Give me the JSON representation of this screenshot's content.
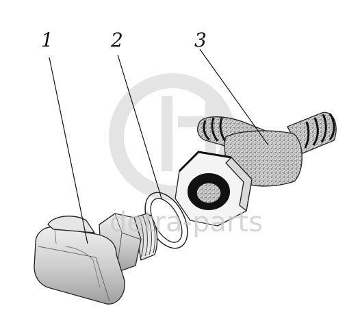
{
  "callouts": [
    {
      "id": "1",
      "label": "1"
    },
    {
      "id": "2",
      "label": "2"
    },
    {
      "id": "3",
      "label": "3"
    }
  ],
  "watermark": {
    "text": "detra-parts"
  },
  "colors": {
    "part_fill": "#d8d8d8",
    "part_shadow": "#9a9a9a",
    "outline": "#2a2a2a",
    "watermark": "#cfcfcf"
  }
}
